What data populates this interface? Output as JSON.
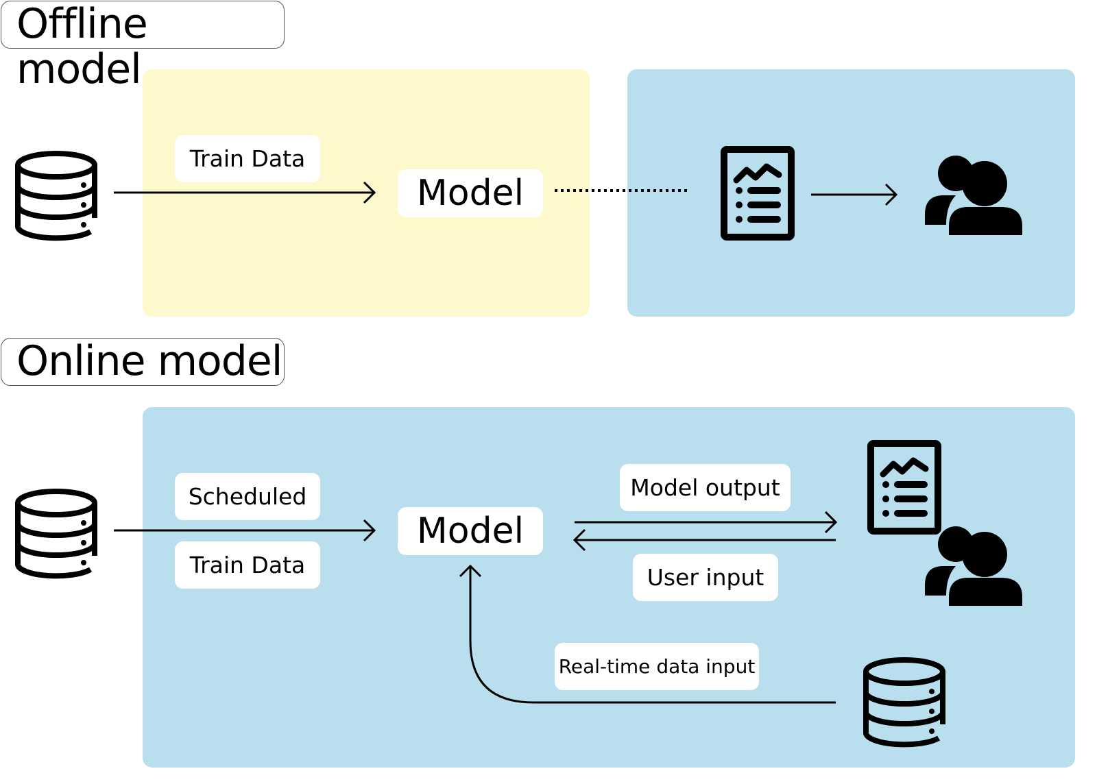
{
  "offline": {
    "title": "Offline model",
    "train_label": "Train Data",
    "model_label": "Model",
    "icons": [
      "database-icon",
      "report-icon",
      "users-icon"
    ],
    "colors": {
      "train_panel": "#fdf9cc",
      "serve_panel": "#b9deed"
    }
  },
  "online": {
    "title": "Online model",
    "scheduled_label": "Scheduled",
    "train_label": "Train Data",
    "model_label": "Model",
    "output_label": "Model output",
    "user_input_label": "User input",
    "realtime_label": "Real-time data input",
    "icons": [
      "database-icon",
      "report-icon",
      "users-icon",
      "database-icon"
    ],
    "colors": {
      "panel": "#b9deed"
    }
  }
}
